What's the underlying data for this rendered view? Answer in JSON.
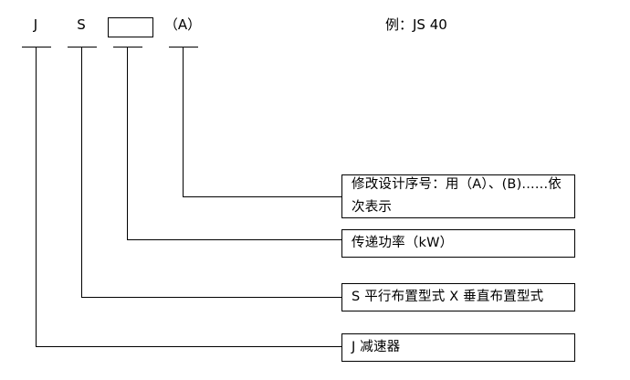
{
  "diagram": {
    "code_characters": [
      {
        "label": "J"
      },
      {
        "label": "S"
      },
      {
        "label": ""
      },
      {
        "label": "（A）"
      }
    ],
    "example": "例：JS 40",
    "callouts": [
      {
        "text": "修改设计序号：用（A）、(B)......依次表示"
      },
      {
        "text": "传递功率（kW）"
      },
      {
        "text": "S 平行布置型式  X 垂直布置型式"
      },
      {
        "text": "J 减速器"
      }
    ]
  }
}
